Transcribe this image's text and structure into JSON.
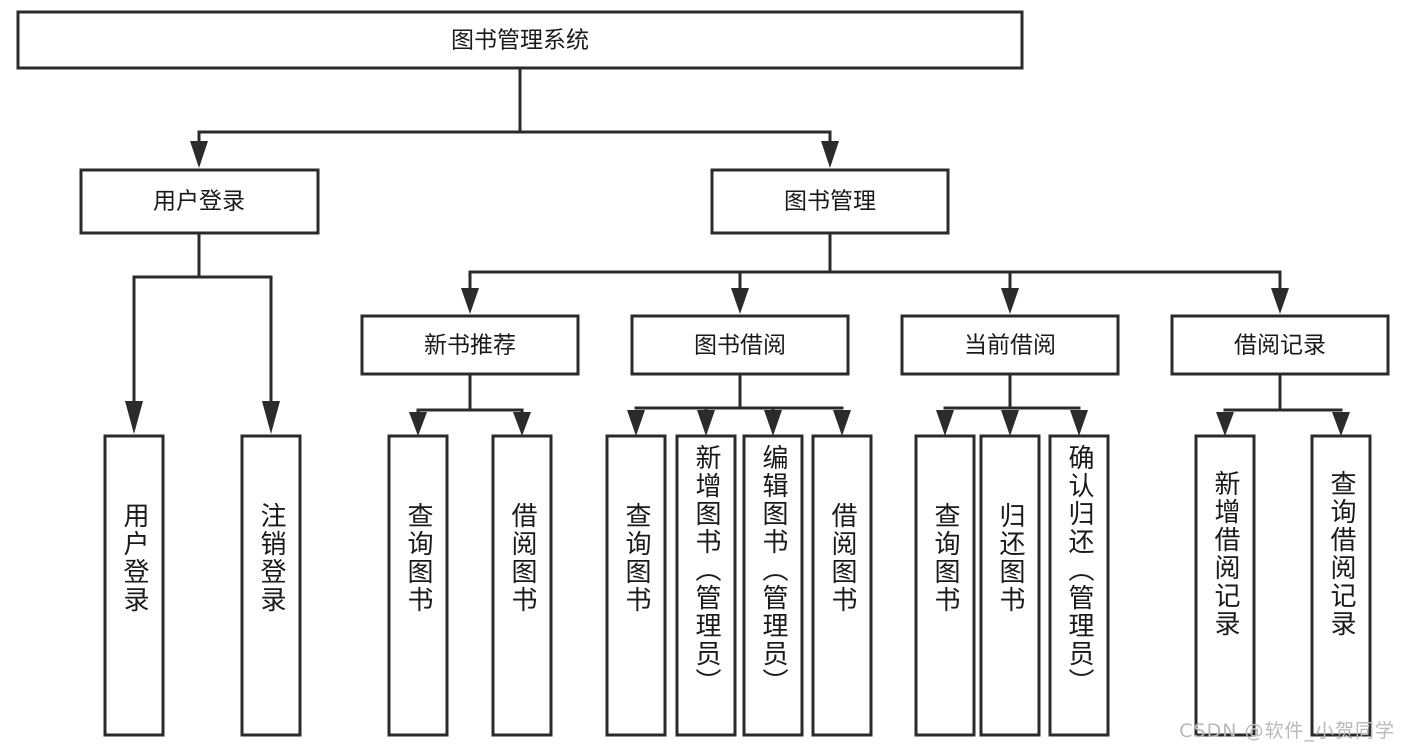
{
  "diagram": {
    "type": "tree-hierarchy",
    "title": "图书管理系统",
    "orientation": "top-down",
    "colors": {
      "box_stroke": "#2b2b2b",
      "box_fill": "#ffffff",
      "text": "#1a1a1a",
      "background": "#ffffff",
      "watermark": "#b9b9b9"
    },
    "root": {
      "label": "图书管理系统"
    },
    "level2": [
      {
        "label": "用户登录"
      },
      {
        "label": "图书管理"
      }
    ],
    "level3": [
      {
        "label": "新书推荐"
      },
      {
        "label": "图书借阅"
      },
      {
        "label": "当前借阅"
      },
      {
        "label": "借阅记录"
      }
    ],
    "leaves": {
      "user_login": [
        {
          "label": "用户登录"
        },
        {
          "label": "注销登录"
        }
      ],
      "new_book_recommend": [
        {
          "label": "查询图书"
        },
        {
          "label": "借阅图书"
        }
      ],
      "book_borrow": [
        {
          "label": "查询图书"
        },
        {
          "label": "新增图书（管理员）"
        },
        {
          "label": "编辑图书（管理员）"
        },
        {
          "label": "借阅图书"
        }
      ],
      "current_borrow": [
        {
          "label": "查询图书"
        },
        {
          "label": "归还图书"
        },
        {
          "label": "确认归还（管理员）"
        }
      ],
      "borrow_record": [
        {
          "label": "新增借阅记录"
        },
        {
          "label": "查询借阅记录"
        }
      ]
    }
  },
  "watermark": {
    "text": "CSDN @软件_小贺同学"
  }
}
